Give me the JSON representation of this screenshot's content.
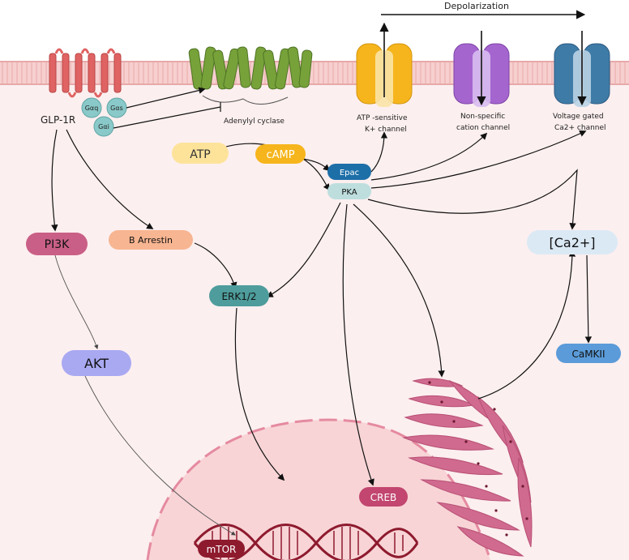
{
  "top": {
    "depolarization": "Depolarization"
  },
  "receptor": {
    "name": "GLP-1R",
    "g_alpha_q": "Gαq",
    "g_alpha_s": "Gαs",
    "g_alpha_i": "Gαi"
  },
  "adenylyl_cyclase": "Adenylyl cyclase",
  "channels": {
    "katp": [
      "ATP -sensitive",
      "K+ channel"
    ],
    "nonspecific": [
      "Non-specific",
      "cation channel"
    ],
    "voltage": [
      "Voltage gated",
      "Ca2+ channel"
    ]
  },
  "nodes": {
    "atp": "ATP",
    "camp": "cAMP",
    "epac": "Epac",
    "pka": "PKA",
    "pi3k": "PI3K",
    "b_arrestin": "B Arrestin",
    "erk": "ERK1/2",
    "akt": "AKT",
    "ca2": "[Ca2+]",
    "camkii": "CaMKII",
    "creb": "CREB",
    "mtor": "mTOR"
  },
  "colors": {
    "membrane": "#f6c9c9",
    "cytoplasm": "#fcefef",
    "nucleus": "#f8d4d6",
    "receptor": "#e06363",
    "gprotein": "#8ac9c9",
    "ac_green": "#77a23a",
    "katp": "#f6b51c",
    "nonspecific": "#a565cf",
    "voltage": "#3f7ba7",
    "er": "#d06a8e",
    "dna": "#8e1a2e"
  }
}
